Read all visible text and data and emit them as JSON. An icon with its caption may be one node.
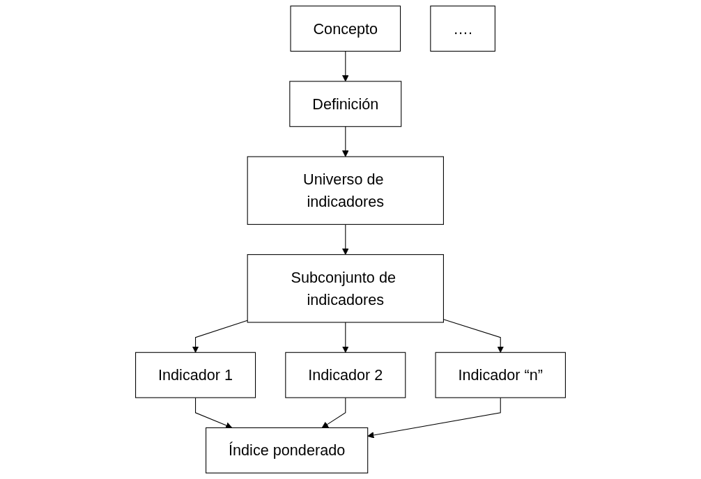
{
  "diagram": {
    "nodes": [
      {
        "text": [
          "Concepto"
        ]
      },
      {
        "text": [
          "Definición"
        ]
      },
      {
        "text": [
          "Universo de indicadores"
        ]
      },
      {
        "text": [
          "Subconjunto de indicadores"
        ]
      },
      {
        "text": [
          "Indicador 1"
        ]
      },
      {
        "text": [
          "Indicador 2"
        ]
      },
      {
        "text": [
          "…."
        ]
      },
      {
        "text": [
          "Indicador “n”"
        ]
      },
      {
        "text": [
          "Índice ponderado"
        ]
      }
    ],
    "edges": [
      {
        "from": 0,
        "to": 1,
        "arrow": "to"
      },
      {
        "from": 1,
        "to": 2,
        "arrow": "to"
      },
      {
        "from": 2,
        "to": 3,
        "arrow": "to"
      },
      {
        "from": 3,
        "to": 4,
        "arrow": "to"
      },
      {
        "from": 3,
        "to": 5,
        "arrow": "to"
      },
      {
        "from": 3,
        "to": 7,
        "arrow": "to"
      },
      {
        "from": 4,
        "to": 8,
        "arrow": "to"
      },
      {
        "from": 5,
        "to": 8,
        "arrow": "to"
      },
      {
        "from": 7,
        "to": 8,
        "arrow": "to"
      }
    ]
  }
}
